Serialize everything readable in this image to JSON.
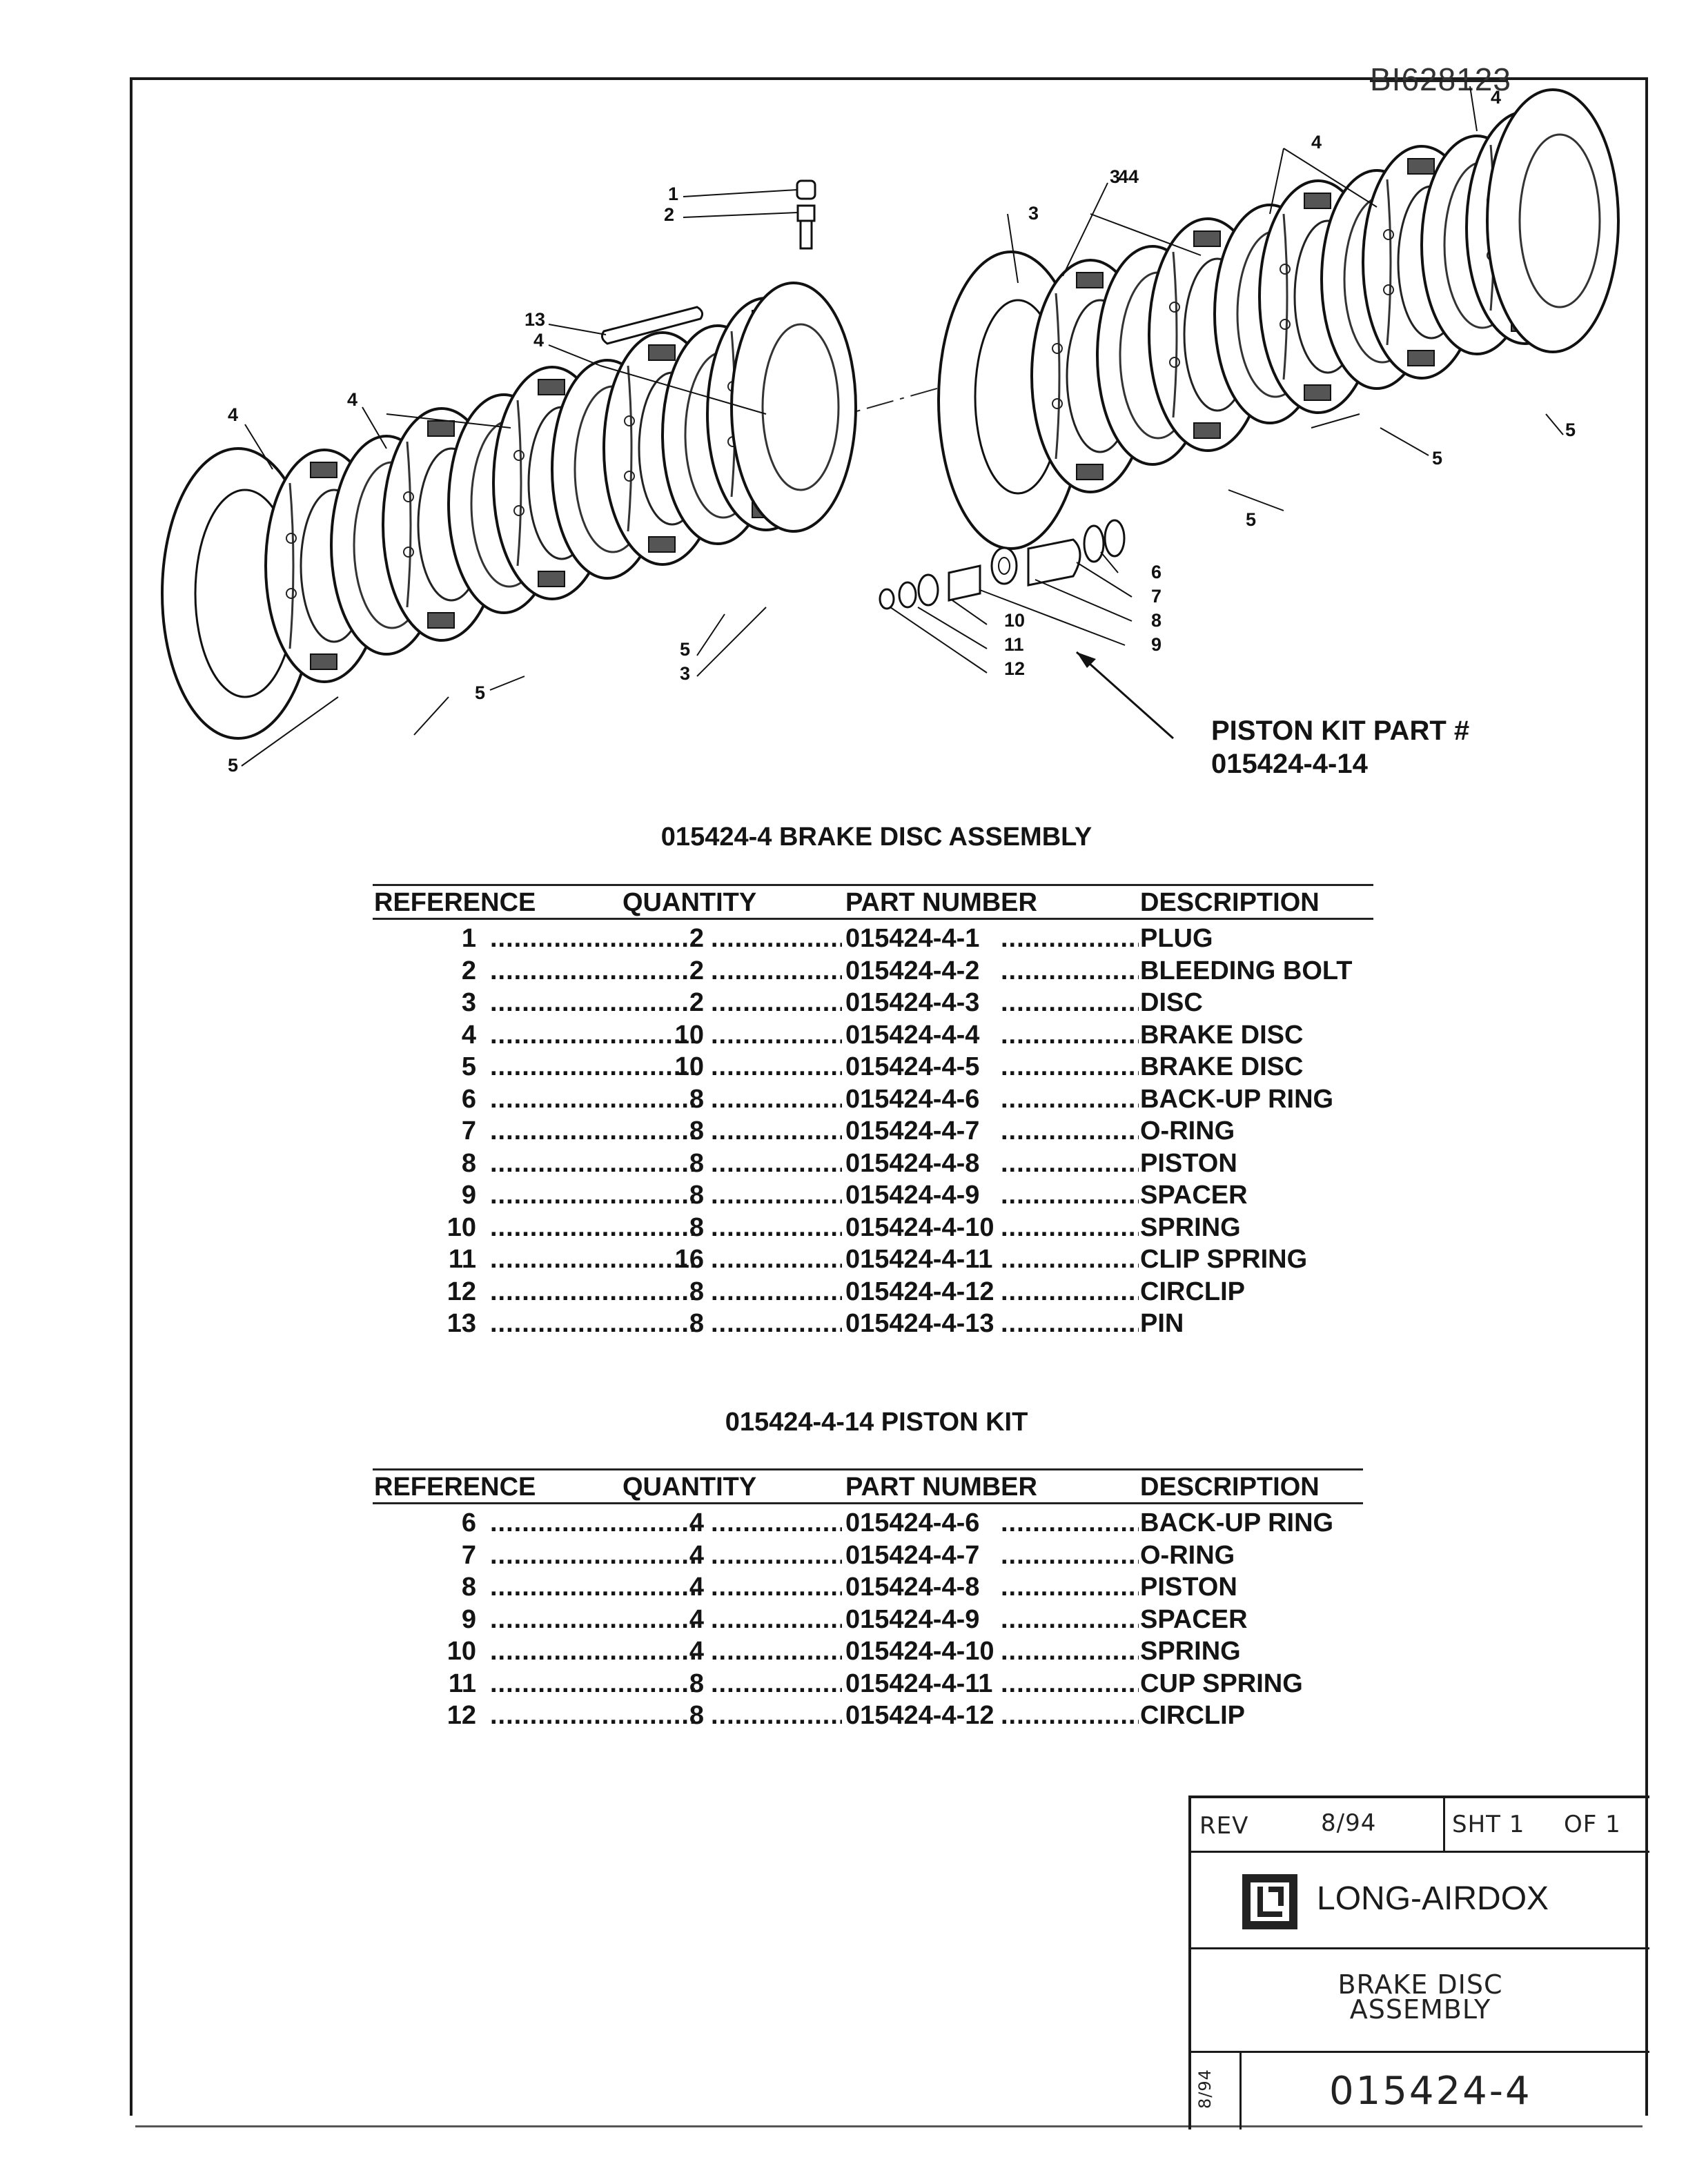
{
  "document": {
    "id": "BI628123",
    "piston_kit_note": [
      "PISTON KIT PART #",
      "015424-4-14"
    ]
  },
  "callouts": [
    "1",
    "2",
    "3",
    "3",
    "3",
    "4",
    "4",
    "4",
    "4",
    "4",
    "4",
    "4",
    "5",
    "5",
    "5",
    "5",
    "5",
    "5",
    "6",
    "7",
    "8",
    "9",
    "10",
    "11",
    "12",
    "13"
  ],
  "assembly_table": {
    "title": "015424-4 BRAKE DISC ASSEMBLY",
    "headers": [
      "REFERENCE",
      "QUANTITY",
      "PART NUMBER",
      "DESCRIPTION"
    ],
    "rows": [
      [
        "1",
        "2",
        "015424-4-1",
        "PLUG"
      ],
      [
        "2",
        "2",
        "015424-4-2",
        "BLEEDING BOLT"
      ],
      [
        "3",
        "2",
        "015424-4-3",
        "DISC"
      ],
      [
        "4",
        "10",
        "015424-4-4",
        "BRAKE DISC"
      ],
      [
        "5",
        "10",
        "015424-4-5",
        "BRAKE DISC"
      ],
      [
        "6",
        "8",
        "015424-4-6",
        "BACK-UP RING"
      ],
      [
        "7",
        "8",
        "015424-4-7",
        "O-RING"
      ],
      [
        "8",
        "8",
        "015424-4-8",
        "PISTON"
      ],
      [
        "9",
        "8",
        "015424-4-9",
        "SPACER"
      ],
      [
        "10",
        "8",
        "015424-4-10",
        "SPRING"
      ],
      [
        "11",
        "16",
        "015424-4-11",
        "CLIP SPRING"
      ],
      [
        "12",
        "8",
        "015424-4-12",
        "CIRCLIP"
      ],
      [
        "13",
        "8",
        "015424-4-13",
        "PIN"
      ]
    ]
  },
  "piston_kit_table": {
    "title": "015424-4-14 PISTON KIT",
    "headers": [
      "REFERENCE",
      "QUANTITY",
      "PART NUMBER",
      "DESCRIPTION"
    ],
    "rows": [
      [
        "6",
        "4",
        "015424-4-6",
        "BACK-UP RING"
      ],
      [
        "7",
        "4",
        "015424-4-7",
        "O-RING"
      ],
      [
        "8",
        "4",
        "015424-4-8",
        "PISTON"
      ],
      [
        "9",
        "4",
        "015424-4-9",
        "SPACER"
      ],
      [
        "10",
        "4",
        "015424-4-10",
        "SPRING"
      ],
      [
        "11",
        "8",
        "015424-4-11",
        "CUP SPRING"
      ],
      [
        "12",
        "8",
        "015424-4-12",
        "CIRCLIP"
      ]
    ]
  },
  "title_block": {
    "rev_label": "REV",
    "rev_date": "8/94",
    "sheet": "SHT 1",
    "of": "OF 1",
    "company": "LONG-AIRDOX",
    "title_line1": "BRAKE  DISC",
    "title_line2": "ASSEMBLY",
    "side_date": "8/94",
    "drawing_number": "015424-4"
  }
}
